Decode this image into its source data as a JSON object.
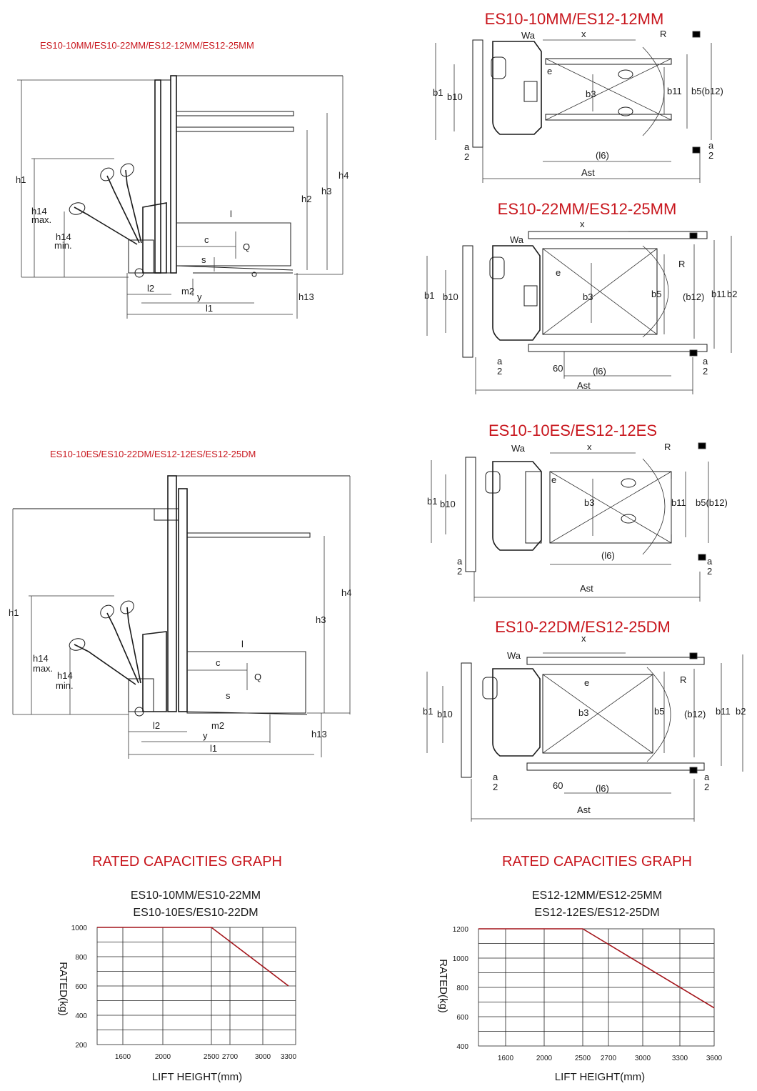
{
  "titles": {
    "side_top": "ES10-10MM/ES10-22MM/ES12-12MM/ES12-25MM",
    "side_bottom": "ES10-10ES/ES10-22DM/ES12-12ES/ES12-25DM",
    "plan1": "ES10-10MM/ES12-12MM",
    "plan2": "ES10-22MM/ES12-25MM",
    "plan3": "ES10-10ES/ES12-12ES",
    "plan4": "ES10-22DM/ES12-25DM",
    "graph_heading_left": "RATED CAPACITIES GRAPH",
    "graph_heading_right": "RATED CAPACITIES GRAPH"
  },
  "side_labels": {
    "h1": "h1",
    "h2": "h2",
    "h3": "h3",
    "h4": "h4",
    "h14max_a": "h14",
    "h14max_b": "max.",
    "h14min_a": "h14",
    "h14min_b": "min.",
    "h13": "h13",
    "l": "l",
    "c": "c",
    "q": "Q",
    "s": "s",
    "l2": "l2",
    "m2": "m2",
    "y": "y",
    "l1": "l1"
  },
  "plan_labels": {
    "wa": "Wa",
    "x": "x",
    "r": "R",
    "e": "e",
    "b1": "b1",
    "b10": "b10",
    "b3": "b3",
    "b11": "b11",
    "b5": "b5",
    "b12": "(b12)",
    "b2": "b2",
    "b5b12": "b5(b12)",
    "l6": "(l6)",
    "ast": "Ast",
    "a": "a",
    "two": "2",
    "sixty": "60"
  },
  "chart_data": [
    {
      "type": "line",
      "title": "ES10-10MM/ES10-22MM",
      "subtitle": "ES10-10ES/ES10-22DM",
      "xlabel": "LIFT HEIGHT(mm)",
      "ylabel": "RATED(kg)",
      "categories": [
        "1600",
        "2000",
        "2500",
        "2700",
        "3000",
        "3300"
      ],
      "x": [
        2500,
        2700,
        3000,
        3300
      ],
      "yticks": [
        200,
        400,
        600,
        800,
        1000
      ],
      "ylim": [
        200,
        1000
      ],
      "series": [
        {
          "x": [
            1300,
            2500,
            3300
          ],
          "values": [
            1000,
            1000,
            600
          ]
        }
      ]
    },
    {
      "type": "line",
      "title": "ES12-12MM/ES12-25MM",
      "subtitle": "ES12-12ES/ES12-25DM",
      "xlabel": "LIFT HEIGHT(mm)",
      "ylabel": "RATED(kg)",
      "categories": [
        "1600",
        "2000",
        "2500",
        "2700",
        "3000",
        "3300",
        "3600"
      ],
      "yticks": [
        400,
        600,
        800,
        1000,
        1200
      ],
      "ylim": [
        400,
        1200
      ],
      "series": [
        {
          "x": [
            1300,
            2500,
            3600
          ],
          "values": [
            1200,
            1200,
            660
          ]
        }
      ]
    }
  ],
  "colors": {
    "accent": "#c8161d",
    "curve": "#a3141a"
  }
}
